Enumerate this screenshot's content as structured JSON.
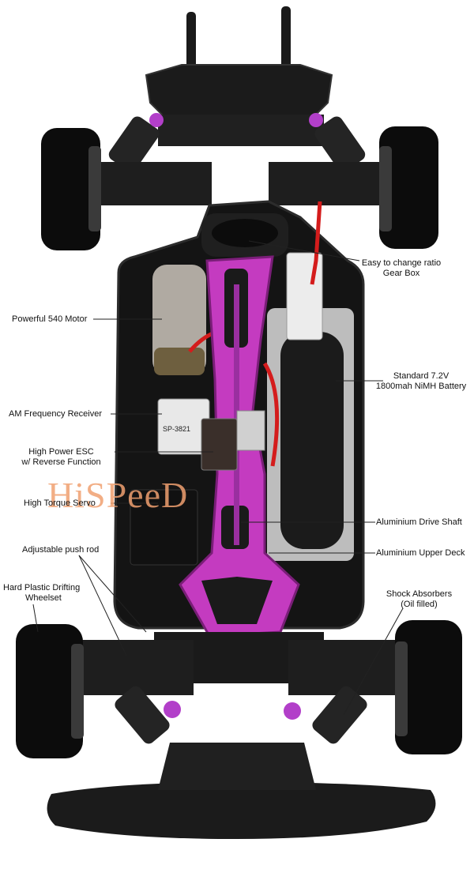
{
  "labels": {
    "gear_box_1": "Easy to change ratio",
    "gear_box_2": "Gear Box",
    "motor": "Powerful 540 Motor",
    "battery_1": "Standard 7.2V",
    "battery_2": "1800mah NiMH Battery",
    "receiver": "AM Frequency Receiver",
    "esc_1": "High Power ESC",
    "esc_2": "w/ Reverse Function",
    "servo": "High Torque Servo",
    "drive_shaft": "Aluminium Drive Shaft",
    "push_rod": "Adjustable push rod",
    "upper_deck": "Aluminium Upper Deck",
    "wheelset_1": "Hard Plastic Drifting",
    "wheelset_2": "Wheelset",
    "shock_1": "Shock Absorbers",
    "shock_2": "(Oil filled)"
  },
  "watermark": "HiSPeeD",
  "receiver_text": "SP-3821",
  "colors": {
    "chassis": "#141414",
    "deck": "#c43bc0",
    "tire": "#0c0c0c",
    "motor": "#b0aaa2",
    "wire_red": "#d41c1c",
    "battery": "#d8d8d8",
    "watermark": "#f0a070"
  }
}
